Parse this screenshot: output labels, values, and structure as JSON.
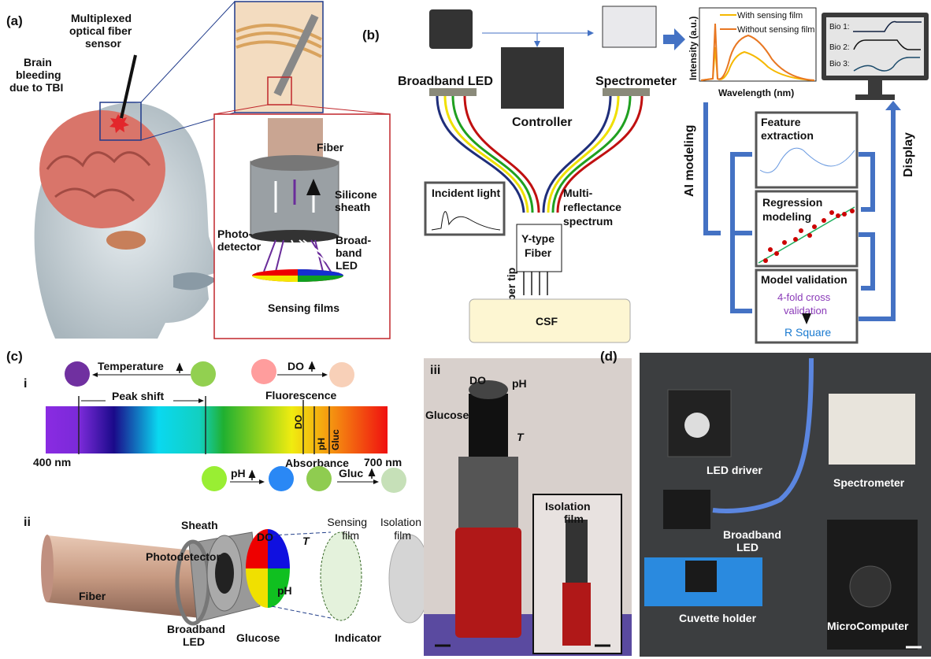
{
  "panel_a": {
    "label": "(a)",
    "sensor_label": [
      "Multiplexed",
      "optical fiber",
      "sensor"
    ],
    "bleeding_label": [
      "Brain",
      "bleeding",
      "due to TBI"
    ],
    "fiber": "Fiber",
    "sheath": [
      "Silicone",
      "sheath"
    ],
    "photodetector": [
      "Photo-",
      "detector"
    ],
    "led": [
      "Broad-",
      "band",
      "LED"
    ],
    "films": "Sensing films"
  },
  "panel_b": {
    "label": "(b)",
    "broadband_led": "Broadband LED",
    "spectrometer": "Spectrometer",
    "controller": "Controller",
    "incident_light": "Incident light",
    "multi_reflectance": [
      "Multi-",
      "reflectance",
      "spectrum"
    ],
    "y_fiber": [
      "Y-type",
      "Fiber"
    ],
    "fiber_tip": "Fiber tip",
    "csf": "CSF",
    "spectrum_chart": {
      "ylabel": "Intensity (a.u.)",
      "xlabel": "Wavelength (nm)",
      "legend": [
        "With sensing film",
        "Without sensing film"
      ],
      "colors": [
        "#f5b800",
        "#e87722"
      ]
    },
    "monitor": [
      "Bio 1:",
      "Bio 2:",
      "Bio 3:"
    ],
    "ai_modeling": "AI modeling",
    "display": "Display",
    "feature": [
      "Feature",
      "extraction"
    ],
    "regression": [
      "Regression",
      "modeling"
    ],
    "validation": {
      "title": "Model validation",
      "method": [
        "4-fold cross",
        "validation"
      ],
      "metric": "R Square"
    },
    "arrow_color": "#4472c4"
  },
  "panel_c": {
    "label": "(c)",
    "sub_i": "i",
    "sub_ii": "ii",
    "sub_iii": "iii",
    "temperature": "Temperature",
    "do_top": "DO",
    "peak_shift": "Peak shift",
    "fluorescence": "Fluorescence",
    "absorbance": "Absorbance",
    "nm_low": "400 nm",
    "nm_high": "700 nm",
    "bar_labels": [
      "DO",
      "pH",
      "Gluc"
    ],
    "ph": "pH",
    "gluc": "Gluc",
    "ii_labels": {
      "sheath": "Sheath",
      "do": "DO",
      "t": "T",
      "sensing_film": [
        "Sensing",
        "film"
      ],
      "isolation_film": [
        "Isolation",
        "film"
      ],
      "photodetector": "Photodetector",
      "fiber": "Fiber",
      "led": [
        "Broadband",
        "LED"
      ],
      "glucose": "Glucose",
      "ph": "pH",
      "indicator": "Indicator"
    },
    "iii_labels": {
      "do": "DO",
      "ph": "pH",
      "glucose": "Glucose",
      "t": "T",
      "isolation": [
        "Isolation",
        "film"
      ]
    }
  },
  "panel_d": {
    "label": "(d)",
    "led_driver": "LED driver",
    "spectrometer": "Spectrometer",
    "broadband_led": [
      "Broadband",
      "LED"
    ],
    "cuvette": "Cuvette holder",
    "microcomputer": "MicroComputer"
  }
}
